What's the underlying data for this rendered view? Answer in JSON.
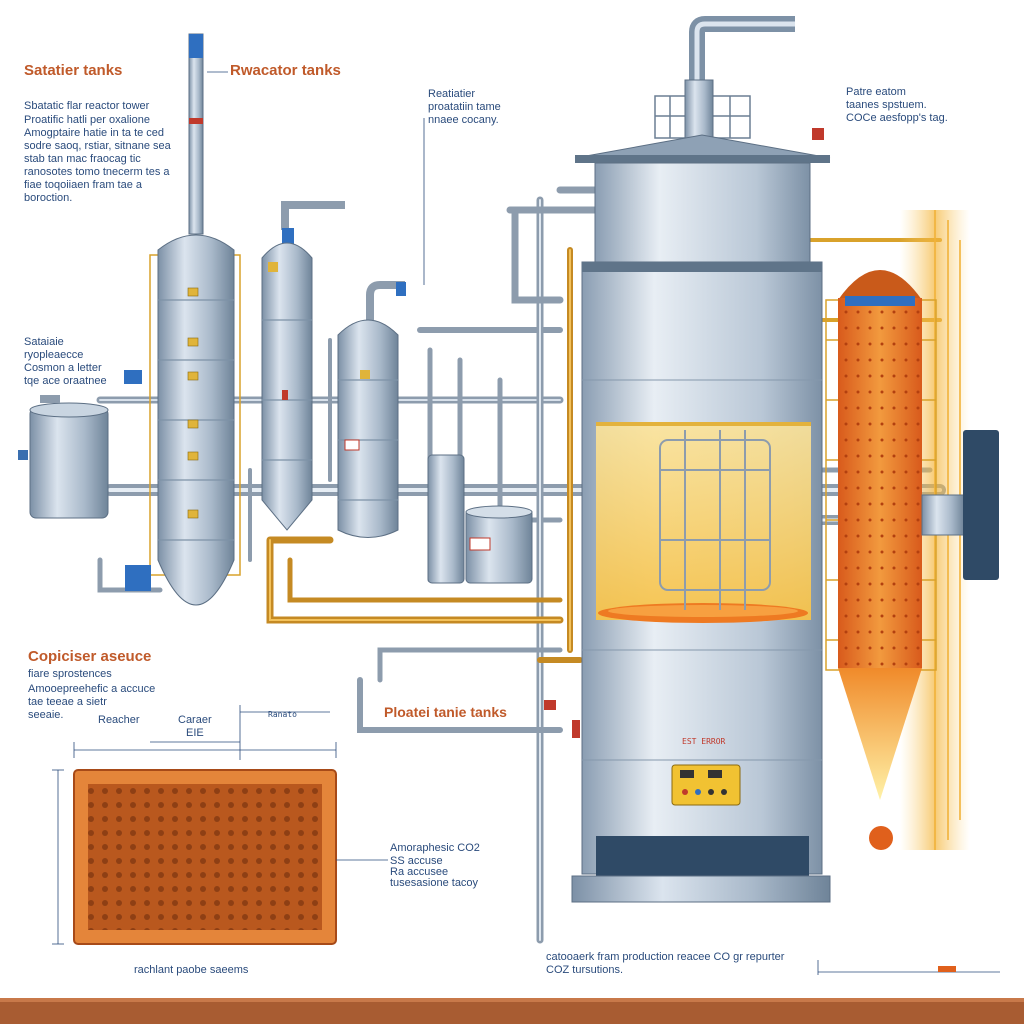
{
  "labels": {
    "satatier_tanks": "Satatier tanks",
    "reactor_tanks": "Rwacator tanks",
    "tower_title": "Sbatatic flar reactor tower",
    "tower_desc": [
      "Proatific hatli per oxalione",
      "Amogptaire hatie in ta te ced",
      "sodre saoq, rstiar, sitnane sea",
      "stab tan mac fraocag tic",
      "ranosotes tomo tnecerm tes a",
      "fiae toqoiiaen fram tae a",
      "boroction."
    ],
    "reactor_note": [
      "Reatiatier",
      "proatatiin tame",
      "nnaee cocany."
    ],
    "right_note": [
      "Patre eatom",
      "taanes spstuem.",
      "COCe aesfopp's tag."
    ],
    "side_note": [
      "Sataiaie",
      "ryopleaecce",
      "Cosmon a letter",
      "tqe ace oraatnee"
    ],
    "condenser_title": "Copiciser aseuce",
    "condenser_desc": [
      "fiare sprostences",
      "Amooepreehefic a accuce",
      "tae teeae a sietr",
      "seeaie."
    ],
    "reactor_lbl": "Reacher",
    "center_lbl": "Caraer",
    "center_sub": "EIE",
    "range_lbl": "Ranato",
    "plastic_tanks": "Ploatei tanie tanks",
    "atmospheric": [
      "Amoraphesic CO2",
      "SS accuse",
      "Ra accusee",
      "tusesasione tacoy"
    ],
    "bottom_center": [
      "catooaerk fram production reacee CO gr repurter",
      "COZ tursutions."
    ],
    "bottom_left": "rachlant paobe saeems",
    "panel_code": "EST ERROR"
  },
  "colors": {
    "steel": "#b4c4d4",
    "steel_dark": "#6f8499",
    "pipe": "#9aa8b6",
    "hot_pipe": "#d49a2a",
    "orange": "#e2762a",
    "rust": "#a75424",
    "title_orange": "#c05a2a",
    "text_blue": "#2a4b7c",
    "glow": "#f6d36b"
  },
  "icons": [
    "valve-icon",
    "control-panel-icon",
    "gauge-icon"
  ]
}
